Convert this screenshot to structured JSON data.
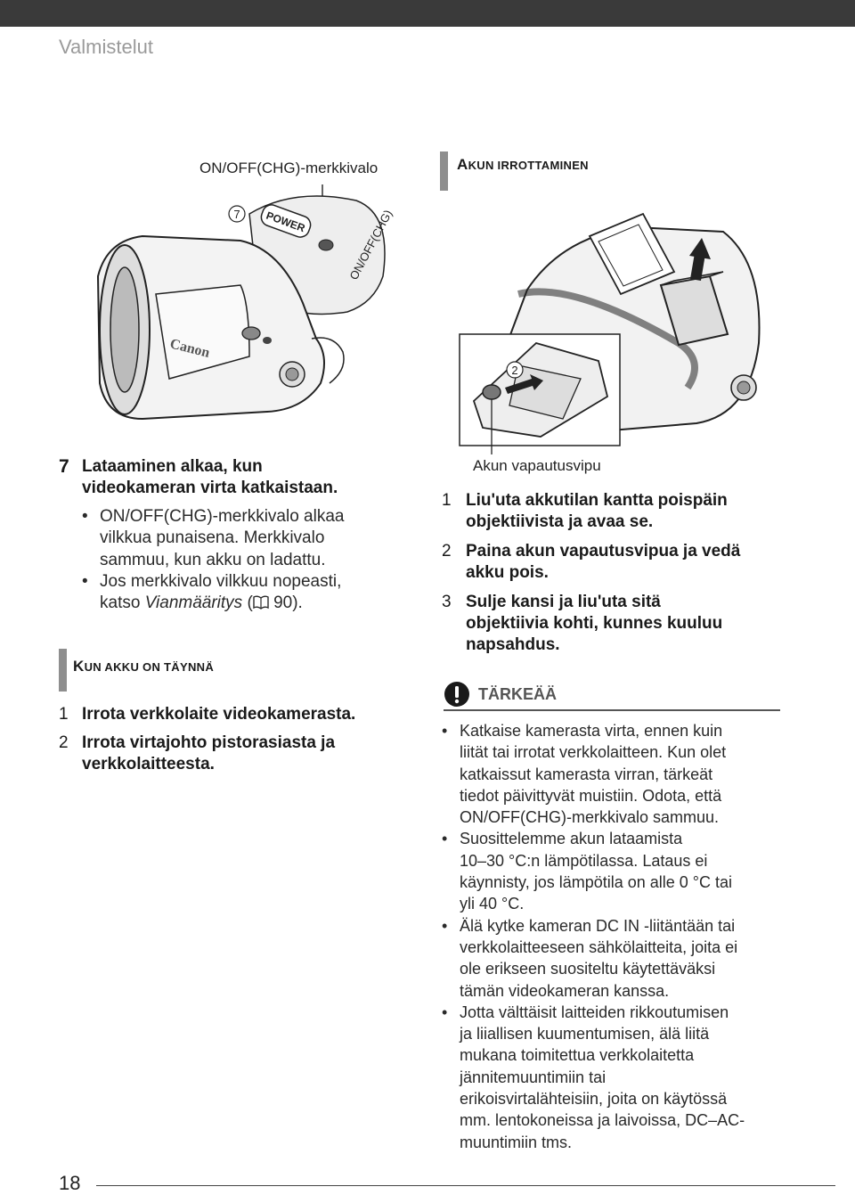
{
  "header": {
    "section": "Valmistelut"
  },
  "left_illustration": {
    "callout_label": "ON/OFF(CHG)-merkkivalo",
    "callout_number": "7",
    "power_text": "POWER",
    "switch_text": "ON/OFF(CHG)",
    "brand_text": "Canon"
  },
  "right_section": {
    "heading_big": "A",
    "heading_small": "KUN IRROTTAMINEN",
    "callout_number": "2",
    "release_caption": "Akun vapautusvipu"
  },
  "left_steps": {
    "step7_num": "7",
    "step7_line1": "Lataaminen alkaa, kun",
    "step7_line2": "videokameran virta katkaistaan.",
    "bullet1_line1": "ON/OFF(CHG)-merkkivalo alkaa",
    "bullet1_line2": "vilkkua punaisena. Merkkivalo",
    "bullet1_line3": "sammuu, kun akku on ladattu.",
    "bullet2_line1": "Jos merkkivalo vilkkuu nopeasti,",
    "bullet2_line2_a": "katso ",
    "bullet2_line2_b": "Vianmääritys",
    "bullet2_line2_c": " (",
    "bullet2_line2_d": " 90)."
  },
  "full_battery": {
    "heading_big": "K",
    "heading_small": "UN AKKU ON TÄYNNÄ",
    "step1_num": "1",
    "step1": "Irrota verkkolaite videokamerasta.",
    "step2_num": "2",
    "step2_line1": "Irrota virtajohto pistorasiasta ja",
    "step2_line2": "verkkolaitteesta."
  },
  "removal_steps": {
    "s1_num": "1",
    "s1_l1": "Liu'uta akkutilan kantta poispäin",
    "s1_l2": "objektiivista ja avaa se.",
    "s2_num": "2",
    "s2_l1": "Paina akun vapautusvipua ja vedä",
    "s2_l2": "akku pois.",
    "s3_num": "3",
    "s3_l1": "Sulje kansi ja liu'uta sitä",
    "s3_l2": "objektiivia kohti, kunnes kuuluu",
    "s3_l3": "napsahdus."
  },
  "important": {
    "icon": "exclamation-icon",
    "title": "TÄRKEÄÄ",
    "b1": [
      "Katkaise kamerasta virta, ennen kuin",
      "liität tai irrotat verkkolaitteen. Kun olet",
      "katkaissut kamerasta virran, tärkeät",
      "tiedot päivittyvät muistiin. Odota, että",
      "ON/OFF(CHG)-merkkivalo sammuu."
    ],
    "b2": [
      "Suosittelemme akun lataamista",
      "10–30 °C:n lämpötilassa. Lataus ei",
      "käynnisty, jos lämpötila on alle 0 °C tai",
      "yli 40 °C."
    ],
    "b3": [
      "Älä kytke kameran DC IN -liitäntään tai",
      "verkkolaitteeseen sähkölaitteita, joita ei",
      "ole erikseen suositeltu käytettäväksi",
      "tämän videokameran kanssa."
    ],
    "b4": [
      "Jotta välttäisit laitteiden rikkoutumisen",
      "ja liiallisen kuumentumisen, älä liitä",
      "mukana toimitettua verkkolaitetta",
      "jännitemuuntimiin tai",
      "erikoisvirtalähteisiin, joita on käytössä",
      "mm. lentokoneissa ja laivoissa, DC–AC-",
      "muuntimiin tms."
    ]
  },
  "footer": {
    "page_number": "18"
  },
  "colors": {
    "topbar": "#3a3a3a",
    "heading_bar": "#8e8e8e",
    "header_text": "#9a9a9a"
  }
}
